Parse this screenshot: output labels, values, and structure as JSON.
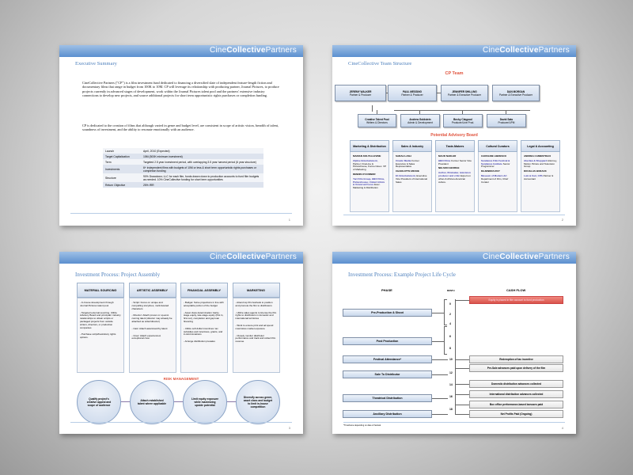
{
  "brand": {
    "pre": "Cine",
    "mid": "Collective",
    "post": "Partners"
  },
  "slide1": {
    "title": "Executive Summary",
    "page": "1",
    "p1": "CineCollective Partners (\"CP\") is a film investment fund dedicated to financing a diversified slate of independent feature-length fiction and documentary films that range in budget from 100K to 10M. CP will leverage its relationship with producing partner, Journal Pictures, to produce projects currently in advanced stages of development, work within the Journal Pictures talent pool and the partners' extensive industry connections to develop new projects, and source additional projects for short term opportunistic rights purchases or completion funding.",
    "p2": "CP is dedicated to the creation of films that although varied in genre and budget level, are consistent in scope of artistic vision, breadth of talent, soundness of investment, and the ability to resonate emotionally with an audience.",
    "table": [
      [
        "Launch",
        "April, 2010 (Expected)"
      ],
      [
        "Target Capitalization",
        "15M (500K minimum investment)"
      ],
      [
        "Term",
        "Targeted 2.5 year investment period, with overlapping 3.5 year harvest period (6 year structure)"
      ],
      [
        "Investments",
        "6+ independent films with budgets of 10M or less & short term opportunistic rights purchases or completion funding"
      ],
      [
        "Structure",
        "90% Drawdown; LLC for each film, funds drawn down to production accounts to fund film budgets as needed. 10% CineCollective funding for short term opportunities"
      ],
      [
        "Return Objective",
        "25% IRR"
      ]
    ]
  },
  "slide2": {
    "title": "CineCollective Team Structure",
    "page": "2",
    "cp_team": "CP Team",
    "advisory": "Potential Advisory Board",
    "partners": [
      {
        "name": "JEREMY WALKER",
        "role": "Partner & Producer"
      },
      {
        "name": "PAUL MESSING",
        "role": "Partner & Producer"
      },
      {
        "name": "JENNIFER SHILLING",
        "role": "Partner & Executive Producer"
      },
      {
        "name": "DAN MORGAN",
        "role": "Partner & Executive Producer"
      }
    ],
    "staff": [
      {
        "name": "Creative Talent Pool",
        "role": "Writers & Directors"
      },
      {
        "name": "Andrew Goldstein",
        "role": "Admin & Development"
      },
      {
        "name": "Becky Claypool",
        "role": "Producer/Line Prod."
      },
      {
        "name": "David Sato",
        "role": "Producer/UPM"
      }
    ],
    "board": [
      {
        "head": "Marketing & Distribution",
        "entries": [
          {
            "name": "MARIAN KOLTAI-LEVINE",
            "co": "Zipline Entertainment,",
            "desc": "Partner; FineLine & Picturehouse, Former Exec. VP of Marketing"
          },
          {
            "name": "DENNIS O'CONNOR",
            "co": "Yari Film Group, HBO Films, Picturehouse, United Artists & Universal Focus",
            "desc": "Exec. Marketing & Distribution"
          }
        ]
      },
      {
        "head": "Sales & Industry",
        "entries": [
          {
            "name": "SARAH LASH",
            "co": "Cinetic Media",
            "desc": "Former Executive & Sales Representative"
          },
          {
            "name": "CHARLOTTE MICKIE",
            "co": "E1 Entertainment,",
            "desc": "Executive Vice President of International Sales"
          }
        ]
      },
      {
        "head": "Taste-Makers",
        "entries": [
          {
            "name": "MAUD NADLER",
            "co": "HBO Films",
            "desc": "Former Senior Vice President"
          },
          {
            "name": "NELSON GEORGE",
            "co": "Author, filmmaker, television producer and critic",
            "desc": "Expert on urban & African-American culture."
          }
        ]
      },
      {
        "head": "Cultural Curators",
        "entries": [
          {
            "name": "CAROLINE LIBRESCO",
            "co": "Sundance Film Festival & Sundance Institute",
            "desc": "Senior Programmer"
          },
          {
            "name": "RAJENDRA ROY",
            "co": "Museum of Modern Art",
            "desc": "Department of Film, Chief Curator"
          }
        ]
      },
      {
        "head": "Legal & Accounting",
        "entries": [
          {
            "name": "ANDREA CANNISTRACI",
            "co": "Aberlaw & Sheppard",
            "desc": "Attorney, Motion Picture and Television Group"
          },
          {
            "name": "DOUGLAS BURACK",
            "co": "Lutz & Carr, CPA",
            "desc": "Partner & Accountant"
          }
        ]
      }
    ]
  },
  "slide3": {
    "title": "Investment Process:  Project Assembly",
    "page": "3",
    "risk": "RISK MANAGEMENT",
    "columns": [
      {
        "head": "MATERIAL SOURCING",
        "bullets": [
          "- In-house development through Journal Pictures talent pool",
          "- Targeted external sourcing. Utilize Advisory Board and principals' industry relationships to obtain scripts or packaged projects from outside writers, directors, or production companies",
          "- Purchase script/book/story rights options."
        ]
      },
      {
        "head": "ARTISTIC ASSEMBLY",
        "bullets": [
          "- Script:  Focus on unique and compelling storylines, multi-faceted characters",
          "- Director: Attach proven or up-and-coming talent (director may already be attached as writer/director)",
          "- Cast: Attach award-worthy talent",
          "- Crew: Attach experienced, exceptional crew"
        ]
      },
      {
        "head": "FINANCIAL ASSEMBLY",
        "bullets": [
          "- Budget:  Solve projections in line with acceptable portion of the budget",
          "- Asset class determination: Early-stage equity, late-stage equity (first in, first out), completion and gap loan financing",
          "- Utilize soft dollar incentives: tax subsidies and incentives, grants, and in-kind donations",
          "- Arrange distribution presales"
        ]
      },
      {
        "head": "MARKETING",
        "bullets": [
          "- Attend top film festivals to position and promote the film to distributors",
          "- Utilize sales agents to license the film rights to distributors in domestic and international territories",
          "- Work to ensure print and ad spend maximizes market exposure",
          "- Closely monitor distributor performance and track and collect film revenue"
        ]
      }
    ],
    "circles": [
      "Qualify project's creative appeal and scope of audience",
      "Attach established talent where applicable",
      "Limit equity exposure while maximizing upside potential",
      "Diversify across genre, asset class and budget to limit in-house competition"
    ]
  },
  "slide4": {
    "title": "Investment Process:  Example Project Life Cycle",
    "page": "4",
    "phase_head": "PHASE",
    "month_head": "MONTH",
    "cash_head": "CASH FLOW",
    "footnote": "*Timeframe depending on date of festival",
    "phases": [
      "Pre-Production & Shoot",
      "Post Production",
      "Festival Attendance*",
      "Sale To Distributor",
      "Theatrical Distribution",
      "Ancillary Distribution"
    ],
    "months": [
      "0",
      "2",
      "4",
      "6",
      "8",
      "10",
      "12",
      "14",
      "16",
      "18"
    ],
    "cash": [
      "Equity is placed in film account to fund production",
      "Redemption of tax incentive",
      "Pre-Sale advances paid upon delivery of the film",
      "Domestic distribution advances collected",
      "International distribution advances collected",
      "Box office performance-based bonuses paid",
      "Net Profits Paid (Ongoing)"
    ],
    "accent": "#d9534a"
  }
}
